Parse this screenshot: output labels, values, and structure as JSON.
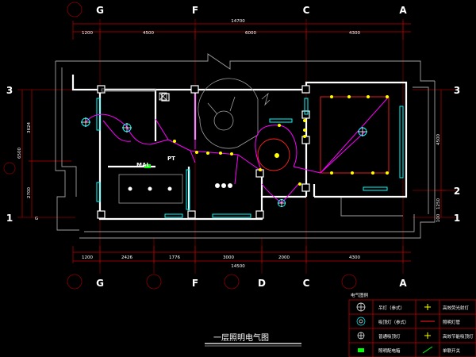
{
  "drawing_title": "一层照明电气图",
  "top_axes": [
    "G",
    "F",
    "C",
    "A"
  ],
  "bottom_axes": [
    "G",
    "F",
    "D",
    "C",
    "A"
  ],
  "left_axes": [
    "3",
    "1"
  ],
  "right_axes": [
    "3",
    "2",
    "1"
  ],
  "top_total": "14700",
  "top_dims": [
    "1200",
    "4500",
    "6000",
    "4300"
  ],
  "bottom_total": "14500",
  "bottom_dims": [
    "1200",
    "2426",
    "1776",
    "3000",
    "2000",
    "4300"
  ],
  "left_total": "6500",
  "left_dims": [
    "3624",
    "2700"
  ],
  "right_dims": [
    "4500",
    "1250",
    "100"
  ],
  "labels": {
    "mal": "MAL",
    "pt": "PT",
    "left_small": "G"
  },
  "legend": {
    "title": "电气图例",
    "items": [
      "吊灯（参式）",
      "吸顶灯（参式）",
      "普通吸顶灯",
      "照明配电箱",
      "高效荧光射灯",
      "照明灯管",
      "高效节能吸顶灯",
      "单联开关"
    ]
  },
  "colors": {
    "background": "#000000",
    "axis_red": "#8b0000",
    "dimension_red": "#c00000",
    "wall_white": "#ffffff",
    "outline_grey": "#a0a0a0",
    "wiring_magenta": "#ff00ff",
    "window_cyan": "#00ffff",
    "fixture_yellow": "#ffff00"
  }
}
